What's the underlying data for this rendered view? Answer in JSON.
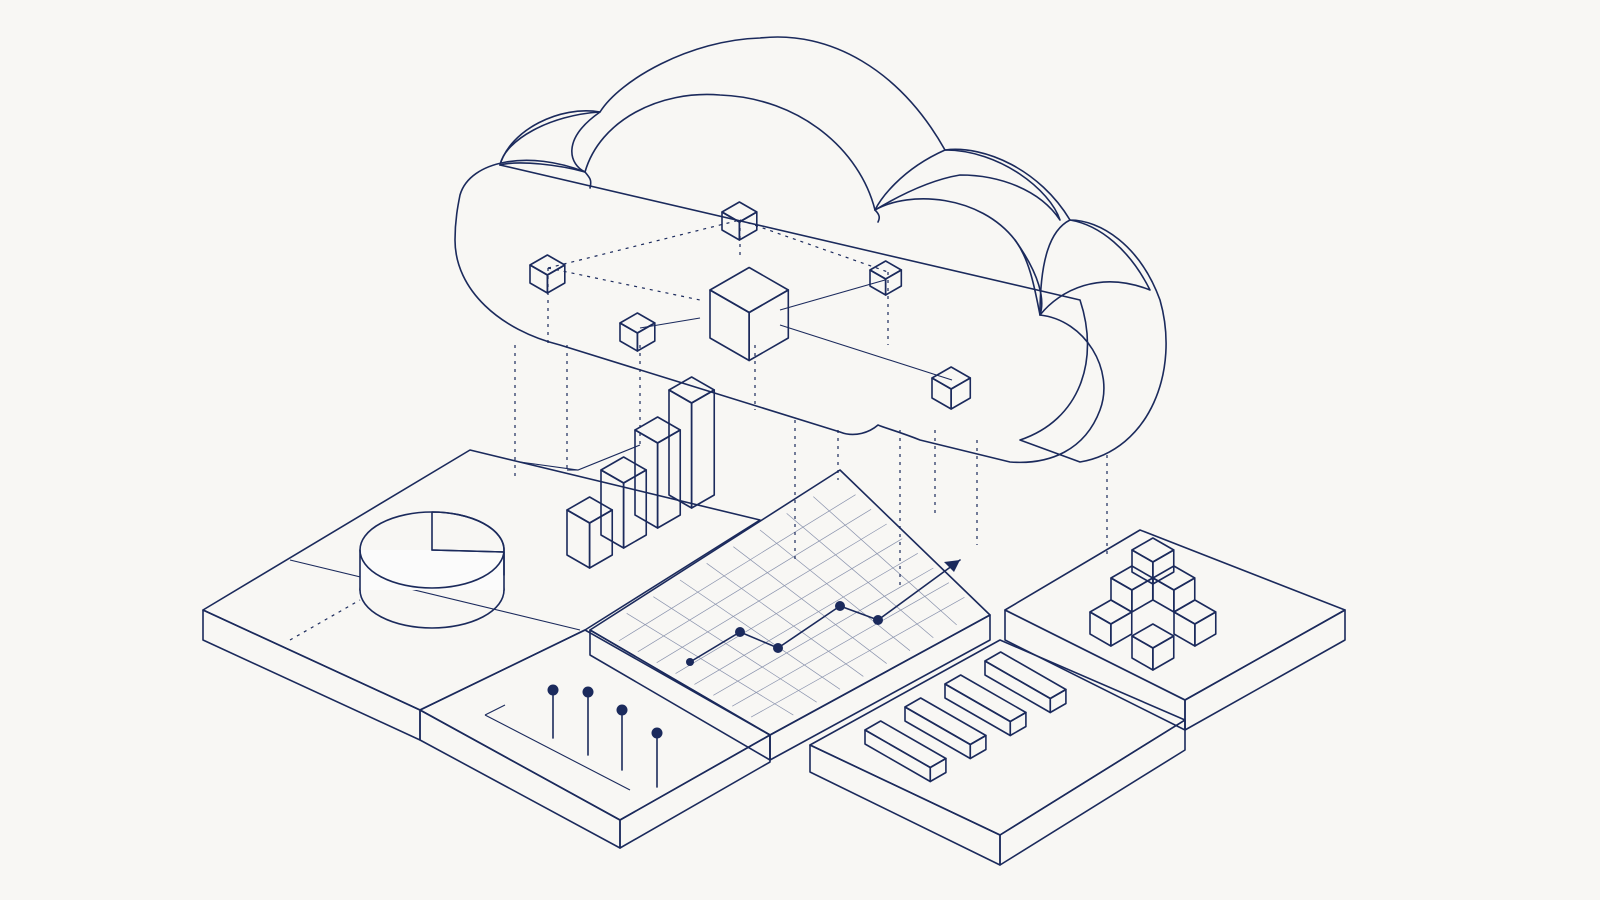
{
  "colors": {
    "background": "#f8f7f4",
    "ink": "#1b2a5c",
    "accent_blue": "#4a8ad9",
    "accent_blue_dark": "#2f6fc4",
    "panel_face": "#fbfbfb"
  },
  "illustration": {
    "cloud": {
      "fill": "#4a8ad9"
    },
    "network_nodes": [
      "cube-node",
      "cube-node",
      "cube-node",
      "cube-node",
      "cube-node",
      "cube-node"
    ],
    "bars_chart_levels": [
      1,
      2,
      3,
      4
    ],
    "line_chart_points": 5,
    "lollipop_levels": [
      3,
      3,
      2,
      2
    ],
    "blue_bars_count": 4
  }
}
